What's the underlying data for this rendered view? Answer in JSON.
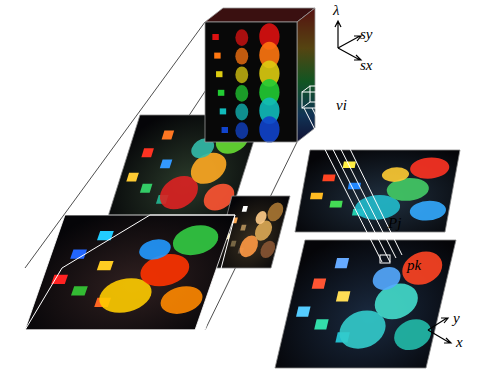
{
  "diagram": {
    "labels": [
      "λ",
      "sy",
      "sx",
      "vi",
      "Pj",
      "pk",
      "y",
      "x"
    ]
  }
}
